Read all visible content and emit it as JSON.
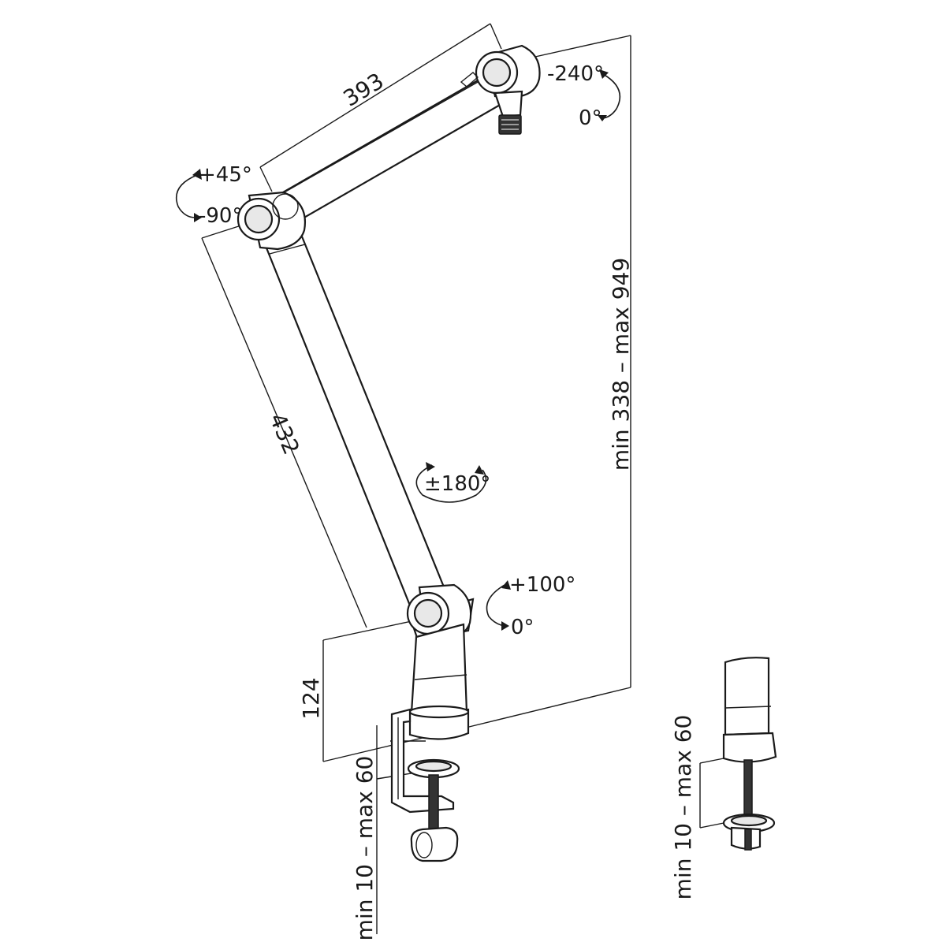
{
  "dimensions": {
    "upper_arm_length": "393",
    "lower_arm_length": "432",
    "base_height": "124",
    "vertical_range": "min 338 – max 949",
    "clamp_range_main": "min 10 – max 60",
    "clamp_range_detail": "min 10 – max 60"
  },
  "angles": {
    "head_top": "-240°",
    "head_bottom": "0°",
    "elbow_top": "+45°",
    "elbow_bottom": "-90°",
    "arm_rotation": "±180°",
    "base_top": "+100°",
    "base_bottom": "0°"
  },
  "colors": {
    "line": "#1a1a1a",
    "background": "#ffffff"
  }
}
